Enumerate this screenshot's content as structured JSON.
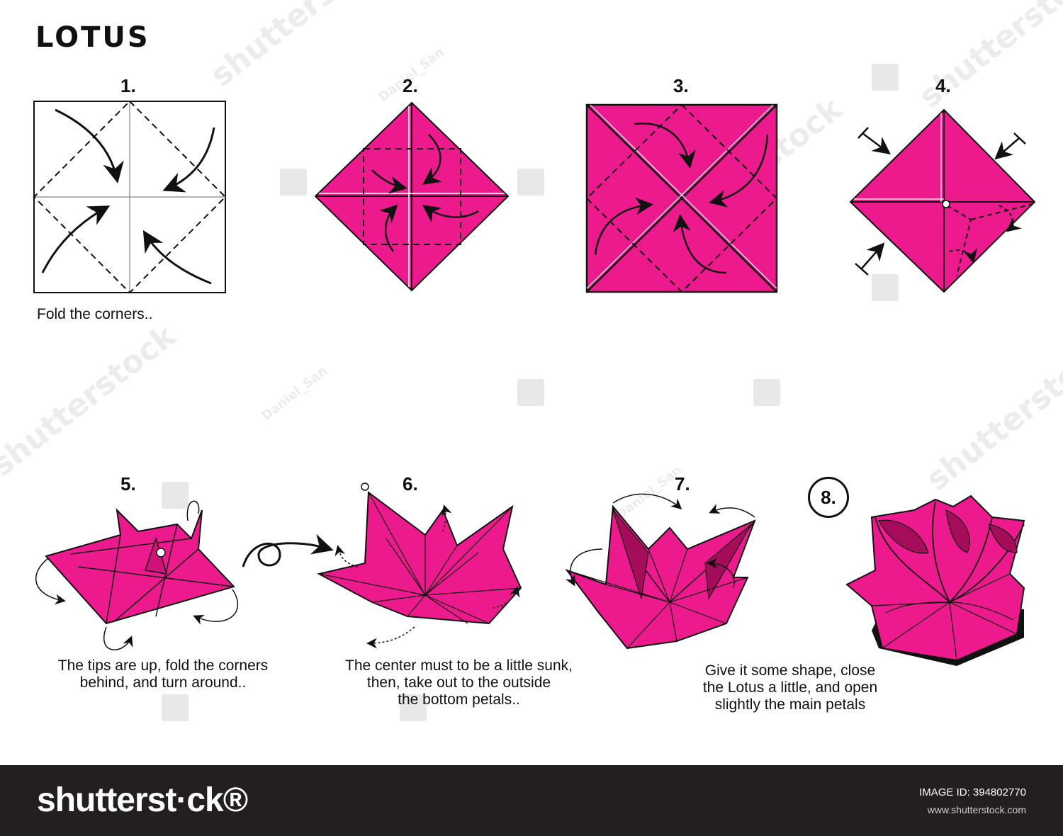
{
  "title": "LOTUS",
  "colors": {
    "paper": "#ec1a8c",
    "paper_dark": "#a50d5a",
    "line": "#111111",
    "footer": "#231f20"
  },
  "steps": [
    {
      "number": "1.",
      "caption": [
        "Fold the corners.."
      ]
    },
    {
      "number": "2.",
      "caption": []
    },
    {
      "number": "3.",
      "caption": []
    },
    {
      "number": "4.",
      "caption": []
    },
    {
      "number": "5.",
      "caption": [
        "The tips are up, fold the corners",
        "behind, and turn around.."
      ]
    },
    {
      "number": "6.",
      "caption": [
        "The center must to be a little sunk,",
        "then, take out to the outside",
        "the bottom petals.."
      ]
    },
    {
      "number": "7.",
      "caption": [
        "Give it some shape, close",
        "the Lotus a little, and open",
        "slightly the main petals"
      ]
    },
    {
      "number": "8.",
      "caption": []
    }
  ],
  "watermarks": {
    "author": "Daniel_San",
    "brand": "shutterstock"
  },
  "footer": {
    "brand": "shutterst·ck®",
    "image_id_label": "IMAGE ID: 394802770",
    "site": "www.shutterstock.com"
  }
}
